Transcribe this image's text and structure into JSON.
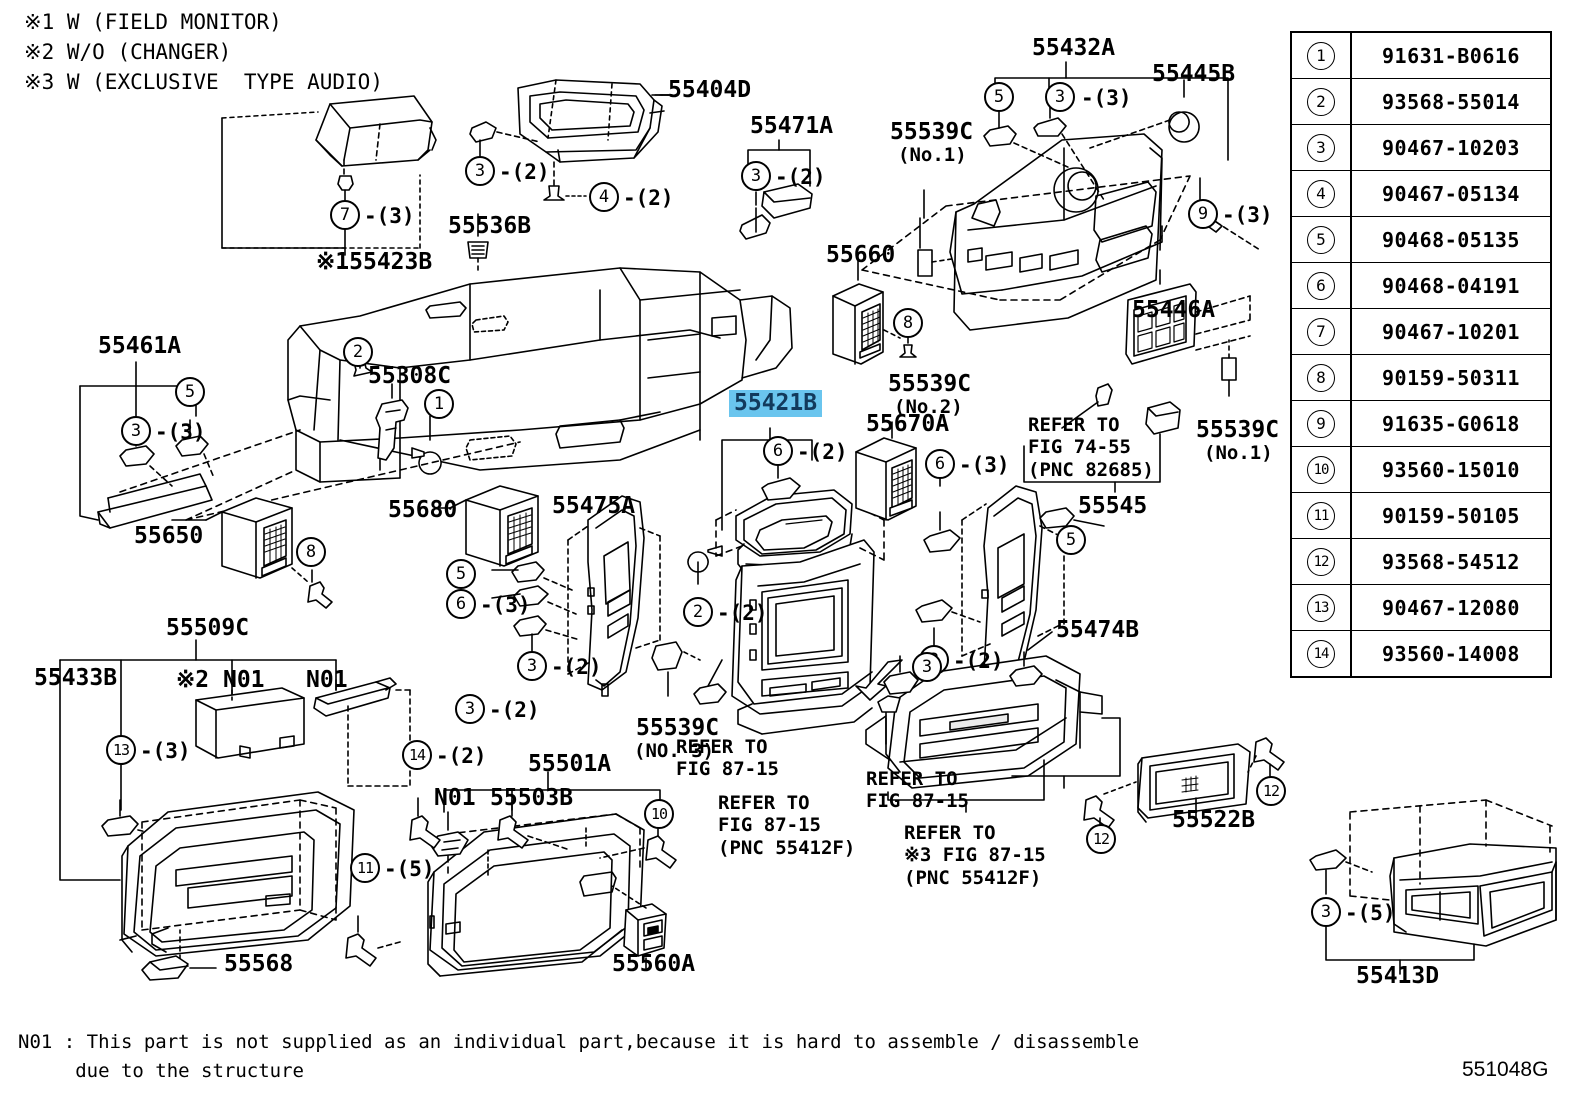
{
  "sheet": {
    "code": "551048G",
    "header_notes": [
      "※1 W (FIELD MONITOR)",
      "※2 W/O (CHANGER)",
      "※3 W (EXCLUSIVE  TYPE AUDIO)"
    ],
    "footnote_line1": "N01 : This part is not supplied as an individual part,because it is hard to assemble / disassemble",
    "footnote_line2": "     due to the structure"
  },
  "highlight": {
    "part": "55421B",
    "bg_color": "#6ac5ee",
    "text_color": "#123a5c"
  },
  "parts_table": {
    "rows": [
      {
        "index": "1",
        "part_number": "91631-B0616"
      },
      {
        "index": "2",
        "part_number": "93568-55014"
      },
      {
        "index": "3",
        "part_number": "90467-10203"
      },
      {
        "index": "4",
        "part_number": "90467-05134"
      },
      {
        "index": "5",
        "part_number": "90468-05135"
      },
      {
        "index": "6",
        "part_number": "90468-04191"
      },
      {
        "index": "7",
        "part_number": "90467-10201"
      },
      {
        "index": "8",
        "part_number": "90159-50311"
      },
      {
        "index": "9",
        "part_number": "91635-G0618"
      },
      {
        "index": "10",
        "part_number": "93560-15010"
      },
      {
        "index": "11",
        "part_number": "90159-50105"
      },
      {
        "index": "12",
        "part_number": "93568-54512"
      },
      {
        "index": "13",
        "part_number": "90467-12080"
      },
      {
        "index": "14",
        "part_number": "93560-14008"
      }
    ]
  },
  "part_labels": {
    "l55404D": "55404D",
    "l55432A": "55432A",
    "l55445B": "55445B",
    "l55471A": "55471A",
    "l55539C_no1_a": "55539C",
    "l55539C_no1_a_sub": "(No.1)",
    "l55660": "55660",
    "l55446A": "55446A",
    "l55423B": "※155423B",
    "l55536B": "55536B",
    "l55461A": "55461A",
    "l55308C": "55308C",
    "l55421B": "55421B",
    "l55670A": "55670A",
    "l55539C_no2": "55539C",
    "l55539C_no2_sub": "(No.2)",
    "l55539C_no1_b": "55539C",
    "l55539C_no1_b_sub": "(No.1)",
    "l55545": "55545",
    "l55650": "55650",
    "l55680": "55680",
    "l55475A": "55475A",
    "l55474B": "55474B",
    "l55509C": "55509C",
    "l55433B": "55433B",
    "l55539C_no3": "55539C",
    "l55539C_no3_sub": "(NO. 3)",
    "l55501A": "55501A",
    "l55503B": "55503B",
    "l55522B": "55522B",
    "l55568": "55568",
    "l55560A": "55560A",
    "l55413D": "55413D",
    "n01_a": "※2 N01",
    "n01_b": "N01",
    "n01_c": "N01"
  },
  "refer_notes": {
    "fig74_55": "REFER TO\nFIG 74-55\n(PNC 82685)",
    "fig87_15_a": "REFER TO\nFIG 87-15",
    "fig87_15_b": "REFER TO\nFIG 87-15\n(PNC 55412F)",
    "fig87_15_c": "REFER TO\nFIG 87-15",
    "fig87_15_d": "REFER TO\n※3 FIG 87-15\n   (PNC 55412F)"
  },
  "callouts": [
    {
      "id": "c7",
      "num": "7",
      "qty": "-(3)"
    },
    {
      "id": "c3a",
      "num": "3",
      "qty": "-(2)"
    },
    {
      "id": "c4",
      "num": "4",
      "qty": "-(2)"
    },
    {
      "id": "c3b",
      "num": "3",
      "qty": "-(2)"
    },
    {
      "id": "c5a",
      "num": "5",
      "qty": ""
    },
    {
      "id": "c3c",
      "num": "3",
      "qty": "-(3)"
    },
    {
      "id": "c9",
      "num": "9",
      "qty": "-(3)"
    },
    {
      "id": "c2a",
      "num": "2",
      "qty": ""
    },
    {
      "id": "c1",
      "num": "1",
      "qty": ""
    },
    {
      "id": "c5b",
      "num": "5",
      "qty": ""
    },
    {
      "id": "c3d",
      "num": "3",
      "qty": "-(3)"
    },
    {
      "id": "c8a",
      "num": "8",
      "qty": ""
    },
    {
      "id": "c8b",
      "num": "8",
      "qty": ""
    },
    {
      "id": "c6a",
      "num": "6",
      "qty": "-(2)"
    },
    {
      "id": "c6b",
      "num": "6",
      "qty": "-(3)"
    },
    {
      "id": "c6c",
      "num": "6",
      "qty": "-(3)"
    },
    {
      "id": "c5c",
      "num": "5",
      "qty": ""
    },
    {
      "id": "c5d",
      "num": "5",
      "qty": ""
    },
    {
      "id": "c3e",
      "num": "3",
      "qty": "-(2)"
    },
    {
      "id": "c2b",
      "num": "2",
      "qty": "-(2)"
    },
    {
      "id": "c3f",
      "num": "3",
      "qty": "-(2)"
    },
    {
      "id": "c3g",
      "num": "3",
      "qty": "-(2)"
    },
    {
      "id": "c13",
      "num": "13",
      "qty": "-(3)"
    },
    {
      "id": "c14",
      "num": "14",
      "qty": "-(2)"
    },
    {
      "id": "c11",
      "num": "11",
      "qty": "-(5)"
    },
    {
      "id": "c10",
      "num": "10",
      "qty": ""
    },
    {
      "id": "c12a",
      "num": "12",
      "qty": ""
    },
    {
      "id": "c12b",
      "num": "12",
      "qty": ""
    },
    {
      "id": "c3h",
      "num": "3",
      "qty": "-(5)"
    }
  ]
}
